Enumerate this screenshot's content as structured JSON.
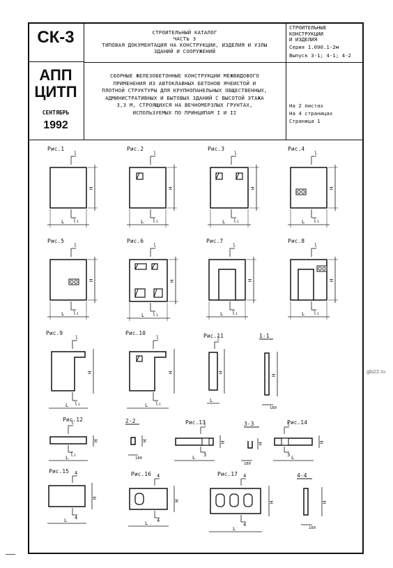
{
  "header": {
    "code": "СК-3",
    "org_line1": "АПП",
    "org_line2": "ЦИТП",
    "month": "СЕНТЯБРЬ",
    "year": "1992",
    "catalog_lines": [
      "СТРОИТЕЛЬНЫЙ КАТАЛОГ",
      "ЧАСТЬ 3",
      "ТИПОВАЯ ДОКУМЕНТАЦИЯ НА КОНСТРУКЦИИ, ИЗДЕЛИЯ И УЗЛЫ",
      "ЗДАНИЙ И СООРУЖЕНИЙ"
    ],
    "series_lines": [
      "СТРОИТЕЛЬНЫЕ",
      "КОНСТРУКЦИИ",
      "И ИЗДЕЛИЯ",
      "Серия 1.090.1-2м",
      "Выпуск 3-1; 4-1; 4-2"
    ],
    "title_lines": [
      "СБОРНЫЕ ЖЕЛЕЗОБЕТОННЫЕ КОНСТРУКЦИИ МЕЖВИДОВОГО",
      "ПРИМЕНЕНИЯ ИЗ АВТОКЛАВНЫХ БЕТОНОВ ЯЧЕИСТОЙ И",
      "ПЛОТНОЙ СТРУКТУРЫ ДЛЯ КРУПНОПАНЕЛЬНЫХ ОБЩЕСТВЕННЫХ,",
      "АДМИНИСТРАТИВНЫХ И БЫТОВЫХ ЗДАНИЙ С ВЫСОТОЙ ЭТАЖА",
      "3,3 м, СТРОЯЩИХСЯ НА ВЕЧНОМЕРЗЛЫХ ГРУНТАХ,",
      "ИСПОЛЬЗУЕМЫХ ПО ПРИНЦИПАМ I и II"
    ],
    "sheet_lines": [
      "На 2 листах",
      "На 4 страницах",
      "Страница 1"
    ]
  },
  "figures": {
    "labels": [
      "Рис.1",
      "Рис.2",
      "Рис.3",
      "Рис.4",
      "Рис.5",
      "Рис.6",
      "Рис.7",
      "Рис.8",
      "Рис.9",
      "Рис.10",
      "Рис.11",
      "Рис.12",
      "Рис.13",
      "Рис.14",
      "Рис.15",
      "Рис.16",
      "Рис.17"
    ],
    "sections": [
      "1-1",
      "2-2",
      "3-3",
      "4-4"
    ],
    "dim_L": "L",
    "dim_H": "H",
    "dim_l": "l",
    "dim_l1": "l₁",
    "dim_3": "3",
    "dim_4": "4",
    "dim_180": "180"
  },
  "watermark": "gbi22.ru"
}
